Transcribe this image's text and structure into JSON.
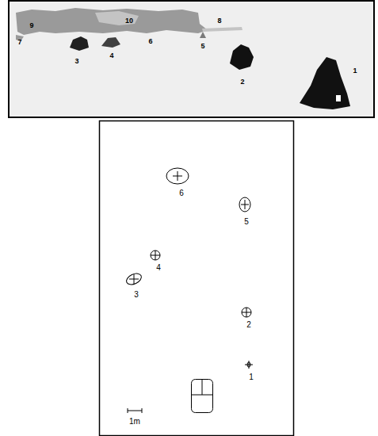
{
  "diagram": {
    "labels": [
      "9",
      "10",
      "8",
      "7",
      "3",
      "4",
      "6",
      "5",
      "2",
      "1",
      "6",
      "5",
      "4",
      "3",
      "2",
      "1",
      "1m"
    ]
  }
}
